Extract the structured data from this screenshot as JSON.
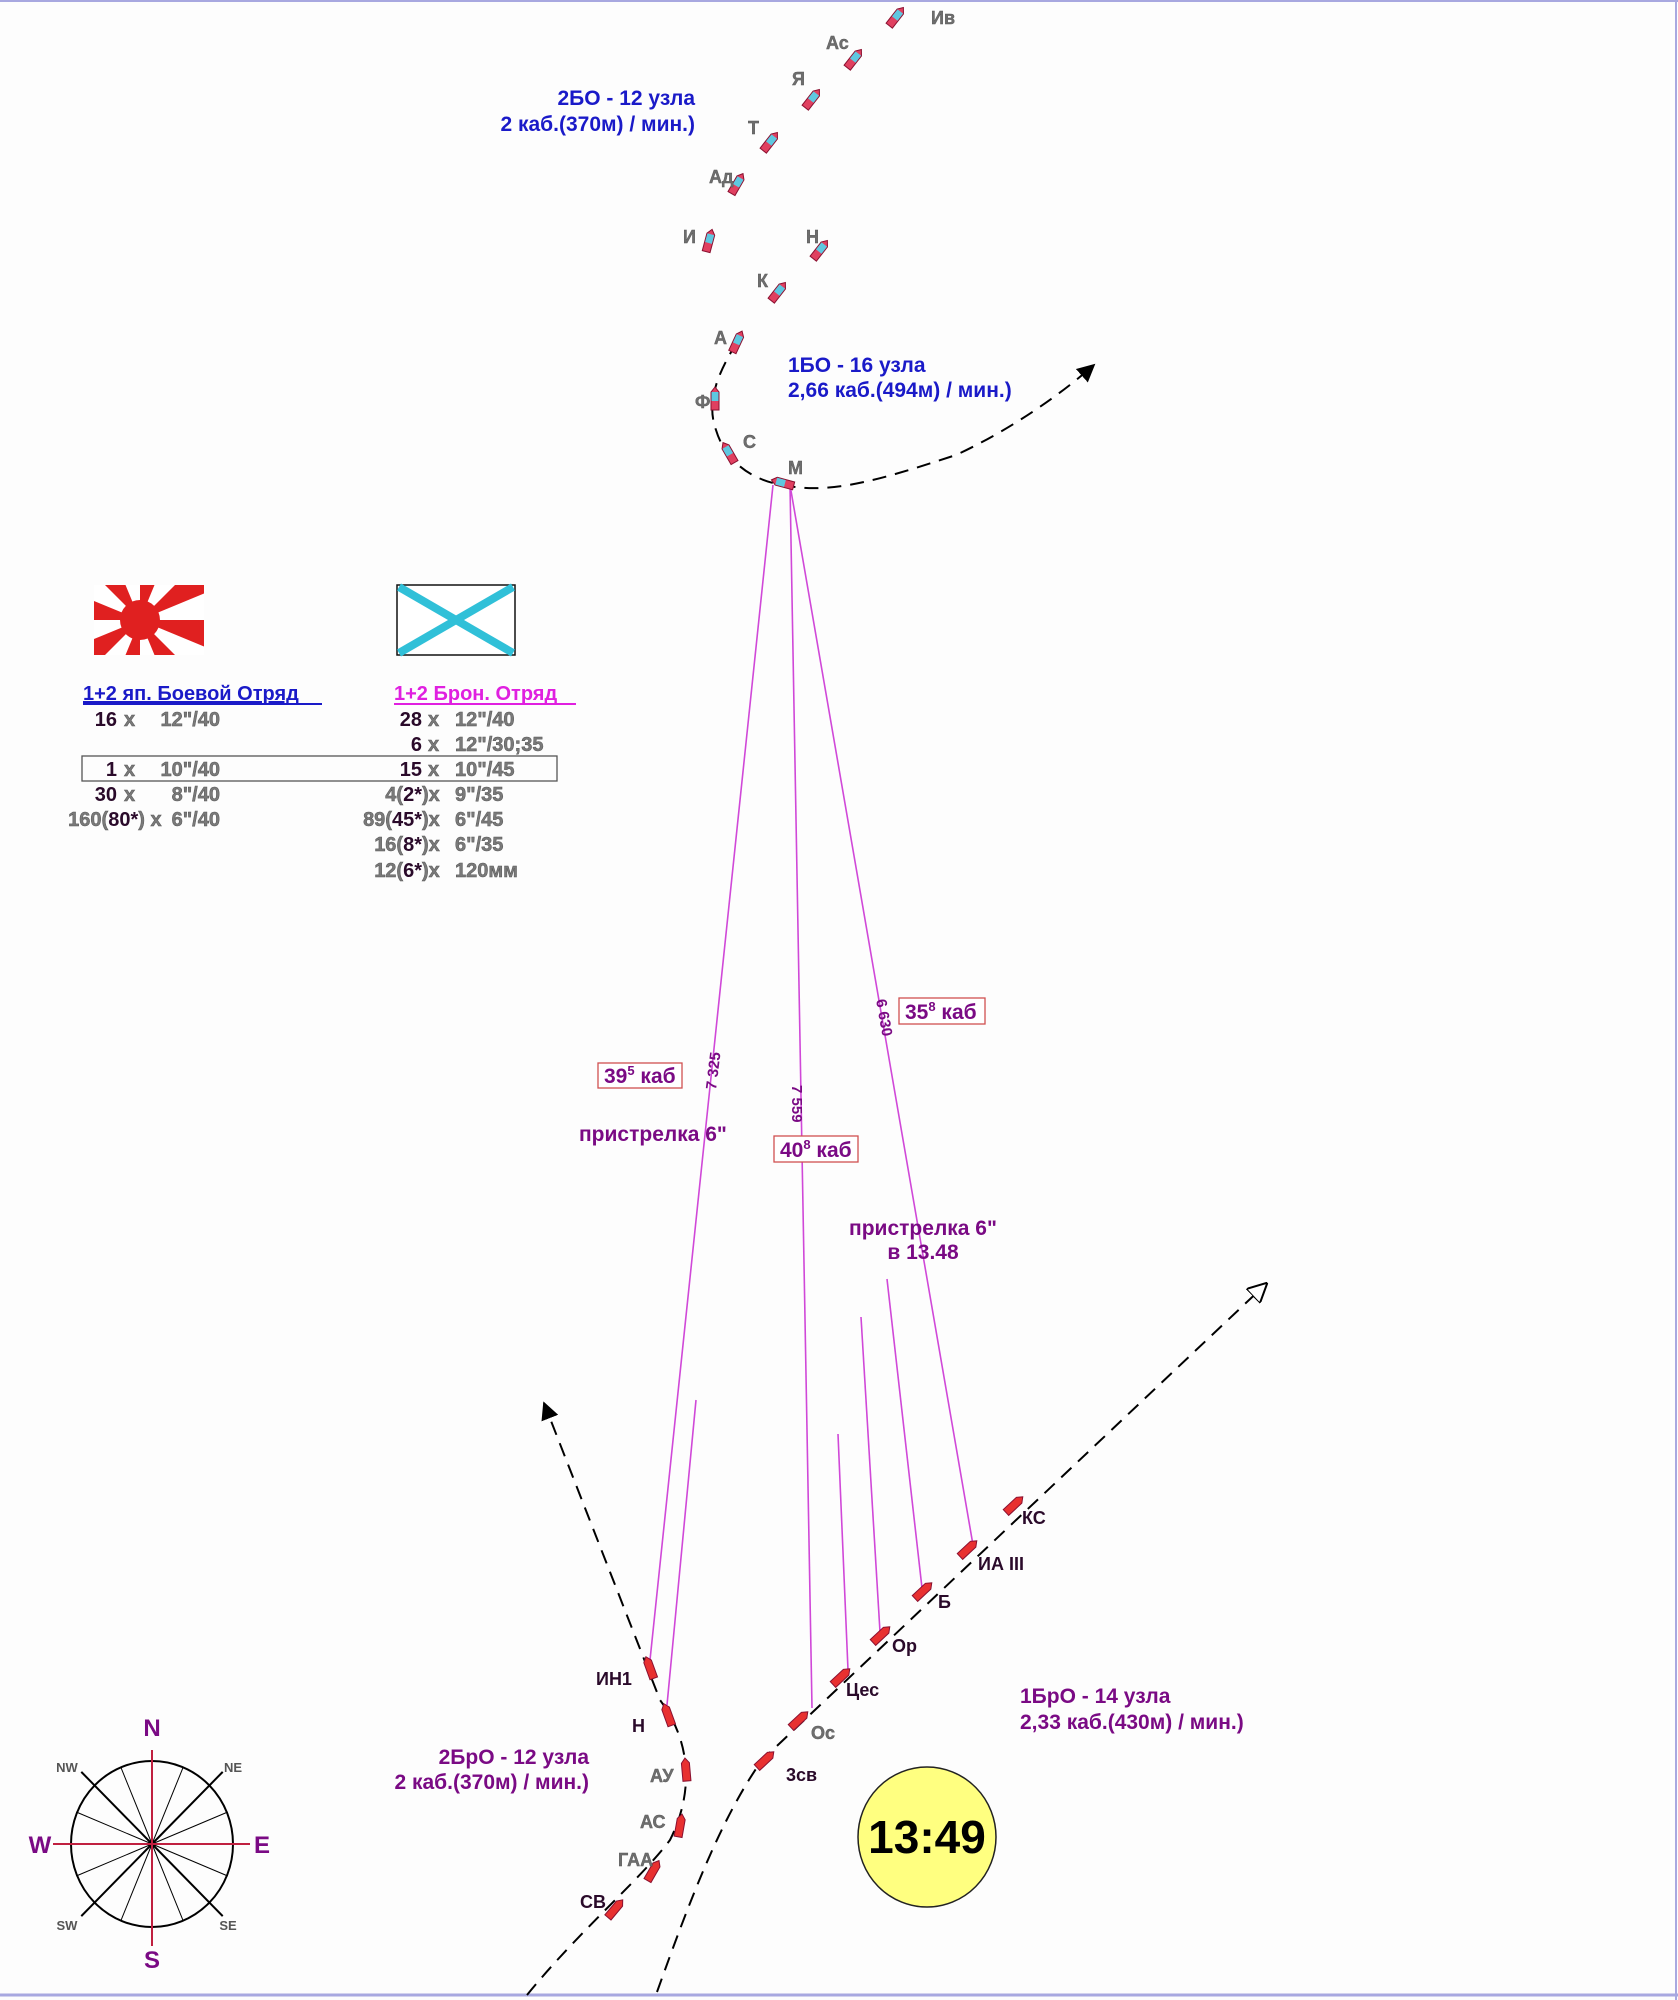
{
  "japanese": {
    "ships": [
      "Ив",
      "Ас",
      "Я",
      "Т",
      "Ад",
      "И",
      "Н",
      "К",
      "А",
      "Ф",
      "С",
      "М"
    ],
    "detachment_2": {
      "line1": "2БО - 12 узла",
      "line2": "2 каб.(370м) / мин.)"
    },
    "detachment_1": {
      "line1": "1БО - 16 узла",
      "line2": "2,66 каб.(494м) / мин.)"
    }
  },
  "russian": {
    "ships_1": [
      "3св",
      "Ос",
      "Цес",
      "Ор",
      "Б",
      "ИА III",
      "КС"
    ],
    "ships_2": [
      "СВ",
      "ГАА",
      "АС",
      "АУ",
      "Н",
      "ИН1"
    ],
    "detachment_1": {
      "line1": "1БрО - 14 узла",
      "line2": "2,33 каб.(430м) / мин.)"
    },
    "detachment_2": {
      "line1": "2БрО - 12 узла",
      "line2": "2 каб.(370м) / мин.)"
    }
  },
  "legend": {
    "japan_header": "1+2 яп. Боевой Отряд",
    "russia_header": "1+2 Брон. Отряд",
    "japan_rows": [
      {
        "count": "16",
        "x": "x",
        "gun": "12\"/40"
      },
      {
        "count": "",
        "x": "",
        "gun": ""
      },
      {
        "count": "1",
        "x": "x",
        "gun": "10\"/40"
      },
      {
        "count": "30",
        "x": "x",
        "gun": "8\"/40"
      },
      {
        "count_pre": "160(",
        "count": "80*",
        "x": ") x",
        "gun": "6\"/40"
      }
    ],
    "russia_rows": [
      {
        "pre": "",
        "count": "28",
        "x": "x",
        "gun": "12\"/40"
      },
      {
        "pre": "",
        "count": "6",
        "x": "x",
        "gun": "12\"/30;35"
      },
      {
        "pre": "",
        "count": "15",
        "x": "x",
        "gun": "10\"/45"
      },
      {
        "pre": "4(",
        "count": "2*",
        "x": ")x",
        "gun": "9\"/35"
      },
      {
        "pre": "89(",
        "count": "45*",
        "x": ")x",
        "gun": "6\"/45"
      },
      {
        "pre": "16(",
        "count": "8*",
        "x": ")x",
        "gun": "6\"/35"
      },
      {
        "pre": "12(",
        "count": "6*",
        "x": ")x",
        "gun": "120мм"
      }
    ]
  },
  "ranges": {
    "r1": "7 325",
    "r2": "7 559",
    "r3": "6 630",
    "box1": {
      "main": "39",
      "sup": "5",
      "unit": " каб"
    },
    "box2": {
      "main": "40",
      "sup": "8",
      "unit": " каб"
    },
    "box3": {
      "main": "35",
      "sup": "8",
      "unit": " каб"
    },
    "note1": "пристрелка 6\"",
    "note2_line1": "пристрелка 6\"",
    "note2_line2": "в 13.48"
  },
  "clock": "13:49",
  "compass": {
    "n": "N",
    "s": "S",
    "w": "W",
    "e": "E",
    "nw": "NW",
    "ne": "NE",
    "sw": "SW",
    "se": "SE"
  },
  "colors": {
    "japan_ship": "#5ec8e0",
    "russia_ship": "#e83030",
    "range_line": "#d048d8",
    "clock": "#ffff80"
  }
}
